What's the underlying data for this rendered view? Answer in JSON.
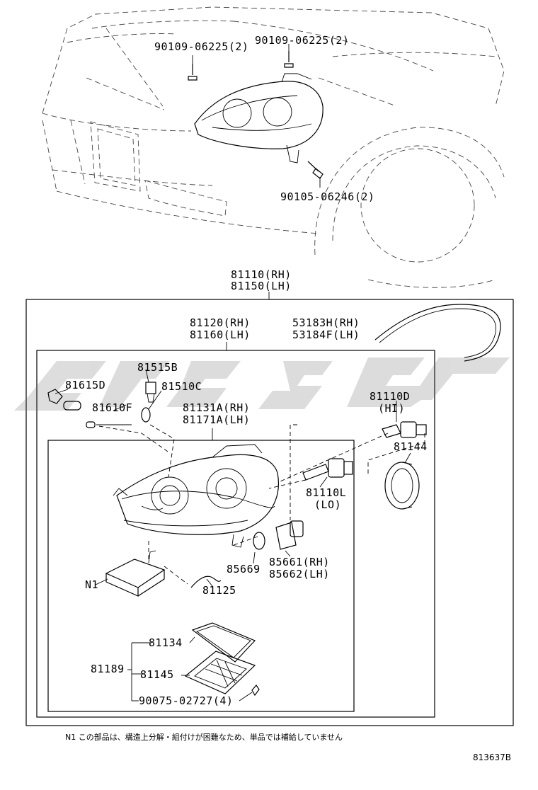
{
  "labels": {
    "bolt_upper_left": "90109-06225(2)",
    "bolt_upper_right": "90109-06225(2)",
    "bolt_lower": "90105-06246(2)",
    "assy_rh": "81110(RH)",
    "assy_lh": "81150(LH)",
    "unit_rh": "81120(RH)",
    "unit_lh": "81160(LH)",
    "seal_rh": "53183H(RH)",
    "seal_lh": "53184F(LH)",
    "socket": "81515B",
    "bulb_small": "81510C",
    "bulb_left": "81615D",
    "bulb_mini": "81610F",
    "housing_rh": "81131A(RH)",
    "housing_lh": "81171A(LH)",
    "hi_bulb_no": "81110D",
    "hi_bulb_tag": "(HI)",
    "cover": "81144",
    "lo_bulb_no": "81110L",
    "lo_bulb_tag": "(LO)",
    "grommet": "85669",
    "hid_rh": "85661(RH)",
    "hid_lh": "85662(LH)",
    "n1": "N1",
    "wire": "81125",
    "gasket": "81134",
    "kit": "81189",
    "lens_cover": "81145",
    "screw": "90075-02727(4)"
  },
  "footnote": "N1 この部品は、構造上分解・組付けが困難なため、単品では補給していません",
  "doc_number": "813637B"
}
